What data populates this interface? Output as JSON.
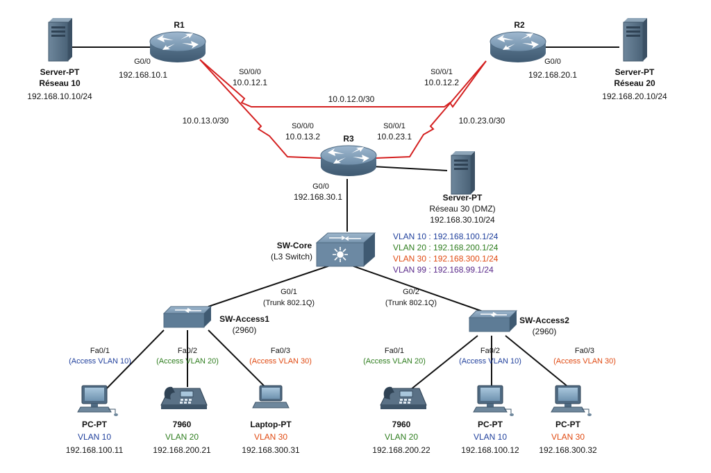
{
  "colors": {
    "wan_link": "#d42020",
    "lan_link": "#111111",
    "vlan10": "#1f3f9c",
    "vlan20": "#2e7d1e",
    "vlan30": "#e04a12",
    "vlan99": "#5a2a8a"
  },
  "routers": {
    "r1": {
      "name": "R1"
    },
    "r2": {
      "name": "R2"
    },
    "r3": {
      "name": "R3"
    }
  },
  "servers": {
    "s10": {
      "type": "Server-PT",
      "network": "Réseau 10",
      "ip": "192.168.10.10/24"
    },
    "s20": {
      "type": "Server-PT",
      "network": "Réseau 20",
      "ip": "192.168.20.10/24"
    },
    "s30": {
      "type": "Server-PT",
      "network": "Réseau 30 (DMZ)",
      "ip": "192.168.30.10/24"
    }
  },
  "interfaces": {
    "r1_g00": {
      "port": "G0/0",
      "ip": "192.168.10.1"
    },
    "r1_s000": {
      "port": "S0/0/0",
      "ip": "10.0.12.1"
    },
    "r2_g00": {
      "port": "G0/0",
      "ip": "192.168.20.1"
    },
    "r2_s001": {
      "port": "S0/0/1",
      "ip": "10.0.12.2"
    },
    "r3_s000": {
      "port": "S0/0/0",
      "ip": "10.0.13.2"
    },
    "r3_s001": {
      "port": "S0/0/1",
      "ip": "10.0.23.1"
    },
    "r3_g00": {
      "port": "G0/0",
      "ip": "192.168.30.1"
    }
  },
  "subnets": {
    "r1_r2": "10.0.12.0/30",
    "r1_r3": "10.0.13.0/30",
    "r2_r3": "10.0.23.0/30"
  },
  "core": {
    "name": "SW-Core",
    "type": "(L3 Switch)",
    "svis": [
      {
        "text": "VLAN 10 : 192.168.100.1/24",
        "color": "blue"
      },
      {
        "text": "VLAN 20 : 192.168.200.1/24",
        "color": "green"
      },
      {
        "text": "VLAN 30 : 192.168.300.1/24",
        "color": "orange"
      },
      {
        "text": "VLAN 99 : 192.168.99.1/24",
        "color": "purple"
      }
    ]
  },
  "uplinks": {
    "g01": {
      "port": "G0/1",
      "mode": "(Trunk 802.1Q)"
    },
    "g02": {
      "port": "G0/2",
      "mode": "(Trunk 802.1Q)"
    }
  },
  "access1": {
    "name": "SW-Access1",
    "model": "(2960)"
  },
  "access2": {
    "name": "SW-Access2",
    "model": "(2960)"
  },
  "endpoints": [
    {
      "port": "Fa0/1",
      "access": "(Access VLAN 10)",
      "device": "PC-PT",
      "vlan": "VLAN 10",
      "ip": "192.168.100.11",
      "color": "blue",
      "kind": "pc"
    },
    {
      "port": "Fa0/2",
      "access": "(Access VLAN 20)",
      "device": "7960",
      "vlan": "VLAN 20",
      "ip": "192.168.200.21",
      "color": "green",
      "kind": "phone"
    },
    {
      "port": "Fa0/3",
      "access": "(Access VLAN 30)",
      "device": "Laptop-PT",
      "vlan": "VLAN 30",
      "ip": "192.168.300.31",
      "color": "orange",
      "kind": "laptop"
    },
    {
      "port": "Fa0/1",
      "access": "(Access VLAN 20)",
      "device": "7960",
      "vlan": "VLAN 20",
      "ip": "192.168.200.22",
      "color": "green",
      "kind": "phone"
    },
    {
      "port": "Fa0/2",
      "access": "(Access VLAN 10)",
      "device": "PC-PT",
      "vlan": "VLAN 10",
      "ip": "192.168.100.12",
      "color": "blue",
      "kind": "pc"
    },
    {
      "port": "Fa0/3",
      "access": "(Access VLAN 30)",
      "device": "PC-PT",
      "vlan": "VLAN 30",
      "ip": "192.168.300.32",
      "color": "orange",
      "kind": "pc"
    }
  ]
}
